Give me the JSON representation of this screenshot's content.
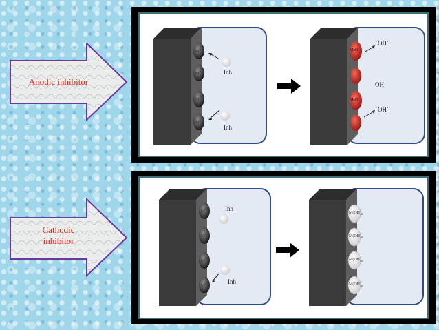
{
  "panels": [
    {
      "label": "Anodic inhibitor",
      "before": {
        "ion": "M",
        "ion_charge": "n+",
        "inhibitor": "Inh"
      },
      "after": {
        "oxide": "MeO",
        "hydroxide": "OH",
        "hydroxide_charge": "-"
      }
    },
    {
      "label_line1": "Cathodic",
      "label_line2": "inhibitor",
      "before": {
        "ion": "M",
        "ion_charge": "n+",
        "inhibitor": "Inh"
      },
      "after": {
        "film": "M(OH)",
        "film_sub": "n"
      }
    }
  ],
  "colors": {
    "arrow_fill": "#e9eaea",
    "arrow_border": "#6b3aa0",
    "label_text": "#e0261b",
    "solution": "#e4eaf4",
    "metal": "#3b3b3b",
    "oxide": "#c8302c"
  }
}
